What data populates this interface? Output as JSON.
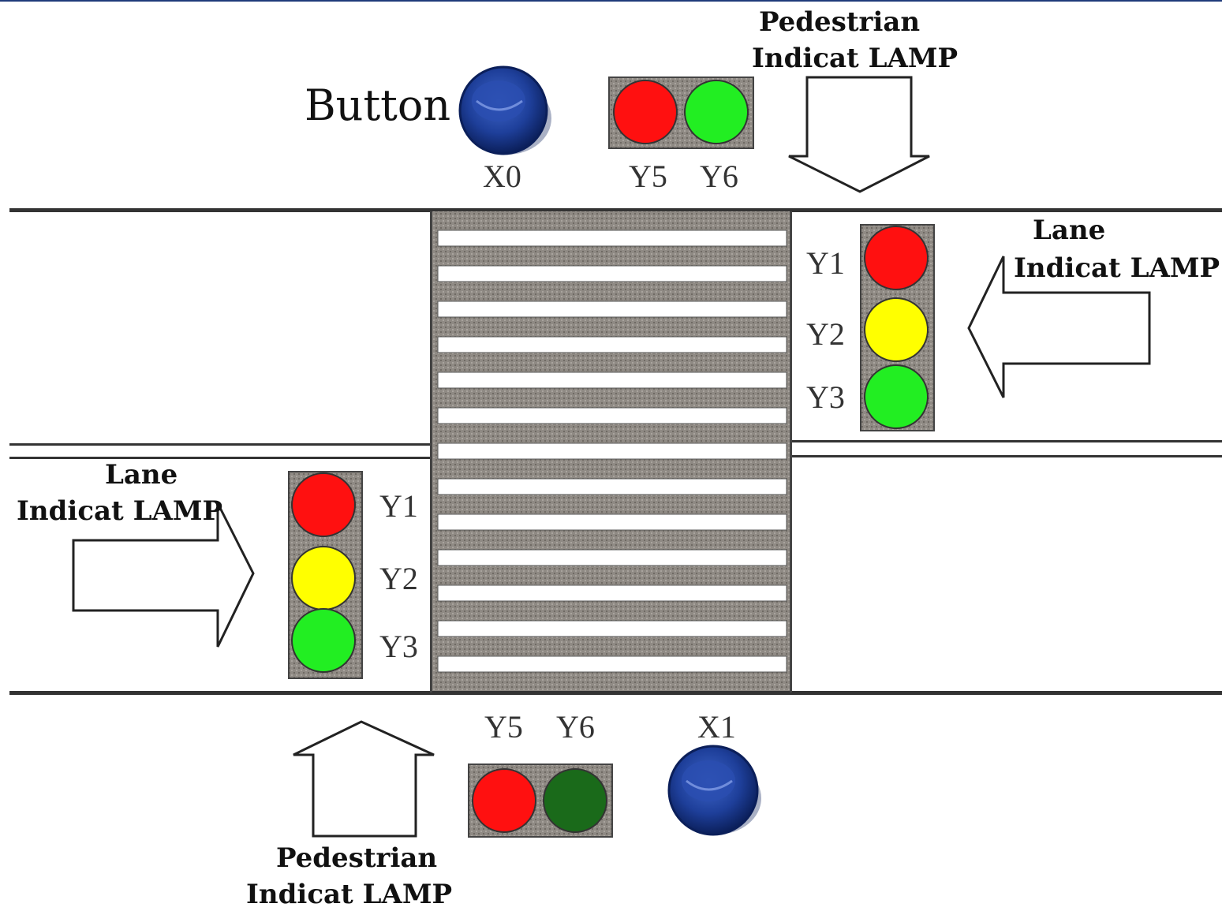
{
  "top": {
    "button_label": "Button",
    "button_id": "X0",
    "ped_lamp_labels": [
      "Y5",
      "Y6"
    ],
    "ped_caption_line1": "Pedestrian",
    "ped_caption_line2": "Indicat LAMP"
  },
  "right_lane": {
    "caption_line1": "Lane",
    "caption_line2": "Indicat  LAMP",
    "lamp_labels": [
      "Y1",
      "Y2",
      "Y3"
    ]
  },
  "left_lane": {
    "caption_line1": "Lane",
    "caption_line2": "Indicat  LAMP",
    "lamp_labels": [
      "Y1",
      "Y2",
      "Y3"
    ]
  },
  "bottom": {
    "button_id": "X1",
    "ped_lamp_labels": [
      "Y5",
      "Y6"
    ],
    "ped_caption_line1": "Pedestrian",
    "ped_caption_line2": "Indicat  LAMP"
  },
  "colors": {
    "red": "#ff1010",
    "yellow": "#ffff00",
    "green": "#22ee22",
    "dark_green": "#1a6a1a",
    "button_blue": "#1e3f9a",
    "crosswalk_gray": "#8a8580"
  }
}
